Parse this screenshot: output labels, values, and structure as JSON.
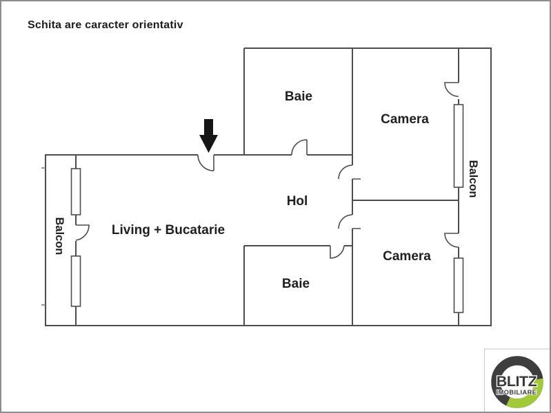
{
  "title": {
    "disclaimer": "Schita are caracter orientativ"
  },
  "rooms": {
    "baie_top": {
      "label": "Baie"
    },
    "camera_top": {
      "label": "Camera"
    },
    "balcon_right": {
      "label": "Balcon"
    },
    "hol": {
      "label": "Hol"
    },
    "living": {
      "label": "Living + Bucatarie"
    },
    "baie_bottom": {
      "label": "Baie"
    },
    "camera_bottom": {
      "label": "Camera"
    },
    "balcon_left": {
      "label": "Balcon"
    }
  },
  "logo": {
    "brand": "BLITZ",
    "tagline": "IMOBILIARE",
    "ring_color": "#3e3e3e",
    "accent_color": "#a2c939"
  },
  "icons": {
    "entrance_arrow": "arrow-down-icon"
  },
  "colors": {
    "walls": "#4c4c4c",
    "text": "#1f1f1f",
    "background": "#ffffff",
    "page_border": "#8d8d8d",
    "arrow": "#161616"
  }
}
